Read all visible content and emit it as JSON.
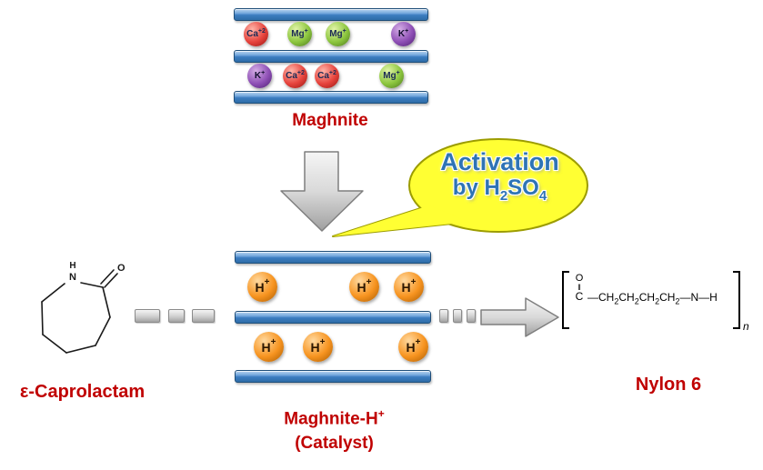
{
  "colors": {
    "label_red": "#C00000",
    "bar_blue": "#2E75B6",
    "bubble_yellow": "#FFFF33",
    "activation_text_blue": "#2E74B5",
    "proton_orange": "#F79420",
    "calcium_red": "#E6433C",
    "magnesium_green": "#8CC63E",
    "potassium_purple": "#8E4FB5"
  },
  "maghnite": {
    "label": "Maghnite",
    "ion_rows": [
      [
        {
          "el": "Ca",
          "charge": "+2"
        },
        {
          "el": "Mg",
          "charge": "+"
        },
        {
          "el": "Mg",
          "charge": "+"
        },
        {
          "el": "K",
          "charge": "+"
        }
      ],
      [
        {
          "el": "K",
          "charge": "+"
        },
        {
          "el": "Ca",
          "charge": "+2"
        },
        {
          "el": "Ca",
          "charge": "+2"
        },
        {
          "el": "Mg",
          "charge": "+"
        }
      ]
    ]
  },
  "activation_bubble": {
    "line1": "Activation",
    "line2_prefix": "by H",
    "line2_sub1": "2",
    "line2_mid": "SO",
    "line2_sub2": "4"
  },
  "catalyst": {
    "title": "Maghnite-H",
    "title_sup": "+",
    "subtitle": "(Catalyst)",
    "ion_rows": [
      [
        {
          "el": "H",
          "charge": "+"
        },
        {
          "el": "H",
          "charge": "+"
        },
        {
          "el": "H",
          "charge": "+"
        }
      ],
      [
        {
          "el": "H",
          "charge": "+"
        },
        {
          "el": "H",
          "charge": "+"
        },
        {
          "el": "H",
          "charge": "+"
        }
      ]
    ]
  },
  "caprolactam": {
    "label": "ε-Caprolactam",
    "atom_n": "N",
    "atom_h": "H",
    "atom_o": "O"
  },
  "nylon": {
    "label": "Nylon 6",
    "atom_o": "O",
    "double_bond": "‖",
    "atom_c": "C",
    "chain_parts": [
      {
        "t": "—CH",
        "s": "2"
      },
      {
        "t": "CH",
        "s": "2"
      },
      {
        "t": "CH",
        "s": "2"
      },
      {
        "t": "CH",
        "s": "2"
      },
      {
        "t": "—N—H",
        "s": ""
      }
    ],
    "sub_n": "n"
  }
}
